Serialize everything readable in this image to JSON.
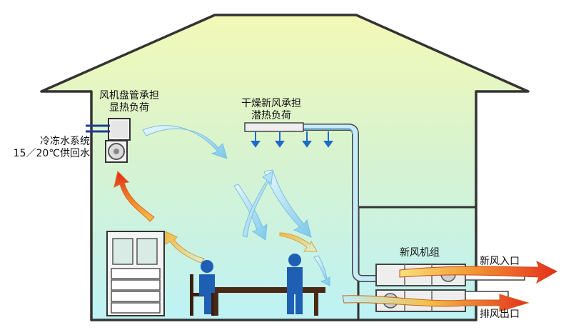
{
  "labels": {
    "fan_coil_line1": "风机盘管承担",
    "fan_coil_line2": "显热负荷",
    "dry_fresh_line1": "干燥新风承担",
    "dry_fresh_line2": "潜热负荷",
    "chilled_line1": "冷冻水系统",
    "chilled_line2": "15／20℃供回水",
    "fresh_unit": "新风机组",
    "fresh_inlet": "新风入口",
    "exhaust_outlet": "排风出口"
  },
  "icons": [
    "fan-coil-unit-icon",
    "fan-icon",
    "cabinet-icon",
    "person-icon",
    "table-icon",
    "chair-icon",
    "duct-icon",
    "diffuser-icon",
    "arrow-icon"
  ],
  "colors": {
    "outline": "#222222",
    "sky_top": "#f2f9b8",
    "room_bottom": "#bff3f6",
    "duct_blue": "#b9e6f6",
    "person_blue": "#1e5fb4",
    "warm_red": "#e8301c",
    "warm_orange": "#f5a73a",
    "cool_blue": "#8fd0ec"
  }
}
